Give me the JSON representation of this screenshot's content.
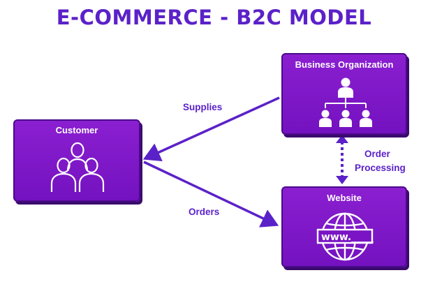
{
  "title": "E-COMMERCE - B2C MODEL",
  "colors": {
    "title": "#5b21c9",
    "box_fill": "#7f17c8",
    "box_border": "#4b0a8a",
    "arrow": "#5b21c9",
    "icon_stroke": "#ffffff"
  },
  "nodes": {
    "customer": {
      "label": "Customer",
      "icon": "people-group-icon"
    },
    "business": {
      "label": "Business Organization",
      "icon": "org-hierarchy-icon"
    },
    "website": {
      "label": "Website",
      "icon": "globe-www-icon",
      "icon_text": "www._____"
    }
  },
  "edges": {
    "supplies": {
      "label": "Supplies",
      "from": "Business Organization",
      "to": "Customer"
    },
    "orders": {
      "label": "Orders",
      "from": "Customer",
      "to": "Website"
    },
    "order_processing": {
      "label_line1": "Order",
      "label_line2": "Processing",
      "between": [
        "Business Organization",
        "Website"
      ],
      "style": "dotted, bidirectional"
    }
  }
}
